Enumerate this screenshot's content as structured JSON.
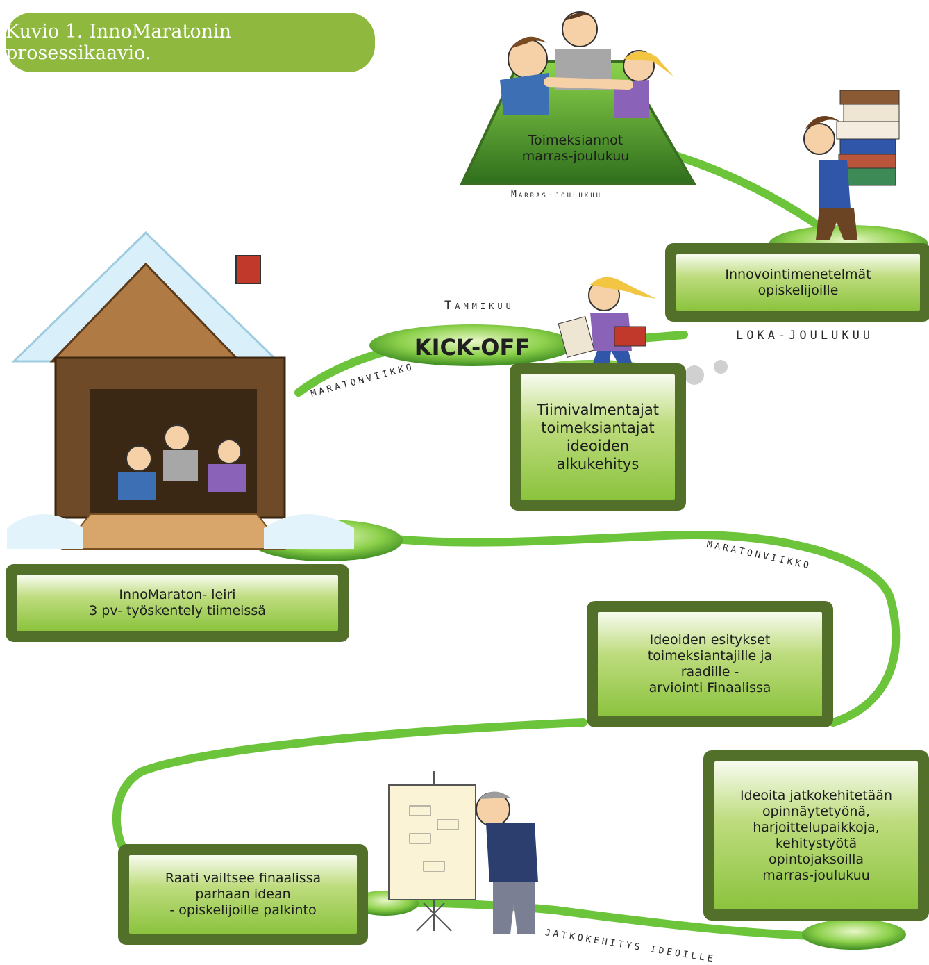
{
  "title": "Kuvio 1. InnoMaratonin prosessikaavio.",
  "stages": [
    {
      "id": "toimeksiannot",
      "text": "Toimeksiannot\nmarras-joulukuu"
    },
    {
      "id": "innovointi",
      "text": "Innovointimenetelmät\nopiskelijoille"
    },
    {
      "id": "tiimivalmentajat",
      "text": "Tiimivalmentajat\ntoimeksiantajat\nideoiden\nalkukehitys"
    },
    {
      "id": "leiri",
      "text": "InnoMaraton- leiri\n3 pv- työskentely tiimeissä"
    },
    {
      "id": "esitykset",
      "text": "Ideoiden esitykset\ntoimeksiantajille ja\nraadille -\narviointi Finaalissa"
    },
    {
      "id": "raati",
      "text": "Raati vailtsee finaalissa\nparhaan idean\n- opiskelijoille palkinto"
    },
    {
      "id": "jatko",
      "text": "Ideoita jatkokehitetään\nopinnäytetyönä,\nharjoittelupaikkoja,\nkehitystyötä\nopintojaksoilla\nmarras-joulukuu"
    }
  ],
  "milestone": "KICK-OFF",
  "labels": {
    "marras_joulukuu": "Marras-joulukuu",
    "loka_joulukuu": "LOKA-JOULUKUU",
    "tammikuu": "Tammikuu",
    "maratonviikko_1": "MARATONVIIKKO",
    "maratonviikko_2": "MARATONVIIKKO",
    "jatkokehitys": "JATKOKEHITYS IDEOILLE"
  },
  "colors": {
    "title_bg": "#8eb83e",
    "path": "#6cc43a",
    "box_border": "#52702a",
    "box_fill": "#8bc33e"
  }
}
